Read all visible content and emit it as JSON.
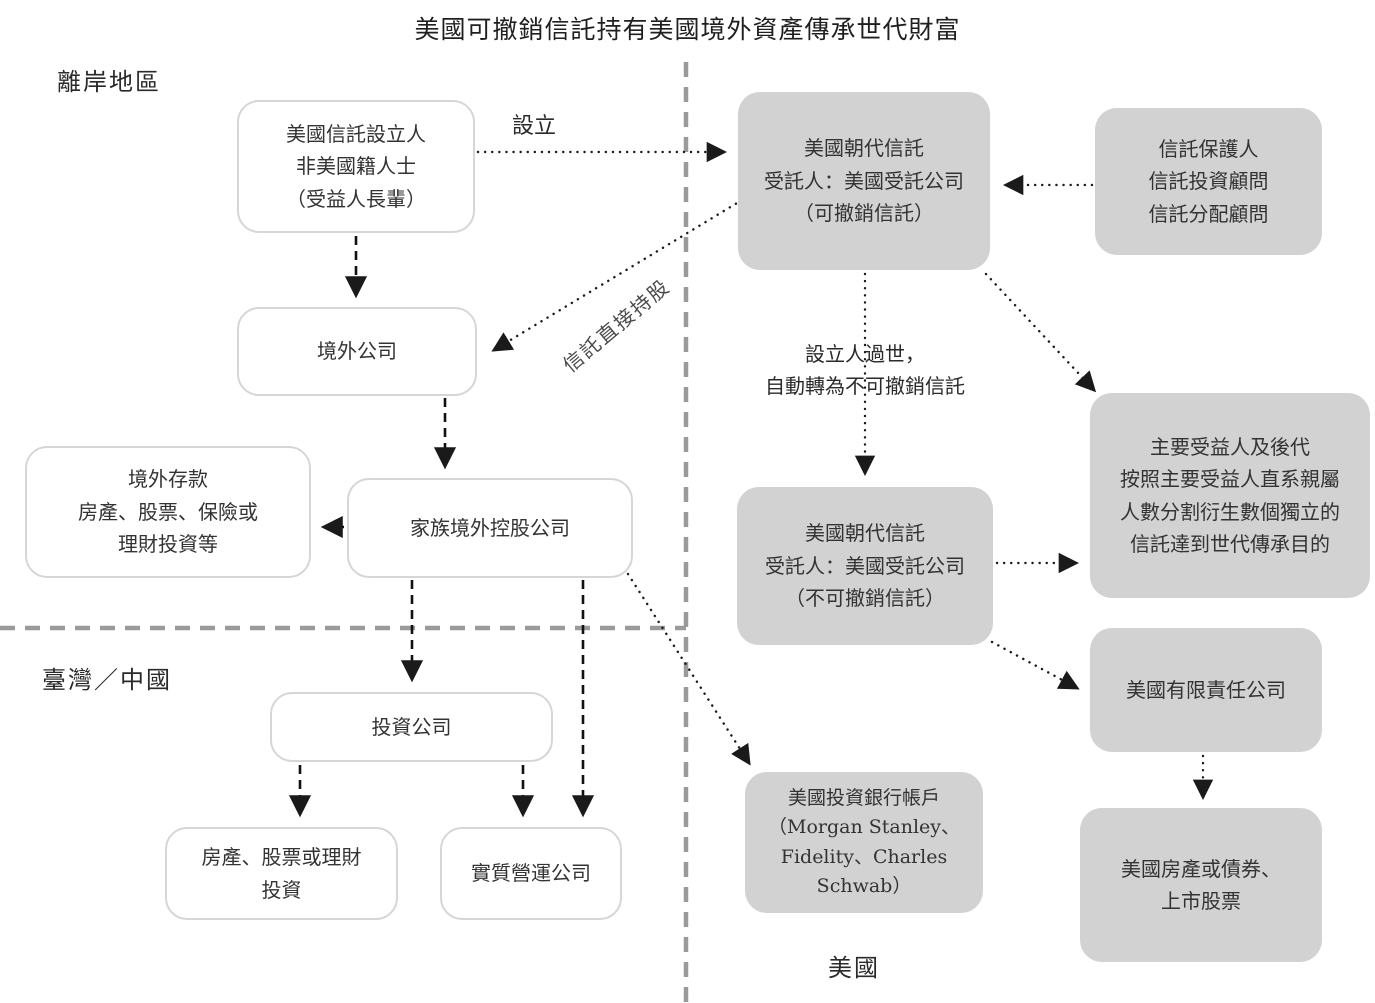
{
  "title": "美國可撤銷信託持有美國境外資產傳承世代財富",
  "regions": {
    "offshore": "離岸地區",
    "taiwan_china": "臺灣／中國",
    "usa": "美國"
  },
  "edge_labels": {
    "establish": "設立",
    "trust_direct_holding": "信託直接持股",
    "death_line1": "設立人過世，",
    "death_line2": "自動轉為不可撤銷信託"
  },
  "boxes": {
    "settlor": {
      "lines": [
        "美國信託設立人",
        "非美國籍人士",
        "（受益人長輩）"
      ]
    },
    "offshore_company": {
      "lines": [
        "境外公司"
      ]
    },
    "offshore_assets": {
      "lines": [
        "境外存款",
        "房產、股票、保險或",
        "理財投資等"
      ]
    },
    "family_holding": {
      "lines": [
        "家族境外控股公司"
      ]
    },
    "investment_company": {
      "lines": [
        "投資公司"
      ]
    },
    "property_investment": {
      "lines": [
        "房產、股票或理財",
        "投資"
      ]
    },
    "operating_company": {
      "lines": [
        "實質營運公司"
      ]
    },
    "revocable_trust": {
      "lines": [
        "美國朝代信託",
        "受託人：美國受託公司",
        "（可撤銷信託）"
      ]
    },
    "trust_protector": {
      "lines": [
        "信託保護人",
        "信託投資顧問",
        "信託分配顧問"
      ]
    },
    "beneficiaries": {
      "lines": [
        "主要受益人及後代",
        "按照主要受益人直系親屬",
        "人數分割衍生數個獨立的",
        "信託達到世代傳承目的"
      ]
    },
    "irrevocable_trust": {
      "lines": [
        "美國朝代信託",
        "受託人：美國受託公司",
        "（不可撤銷信託）"
      ]
    },
    "us_llc": {
      "lines": [
        "美國有限責任公司"
      ]
    },
    "us_bank_account": {
      "lines": [
        "美國投資銀行帳戶",
        "（Morgan Stanley、",
        "Fidelity、Charles",
        "Schwab）"
      ]
    },
    "us_property": {
      "lines": [
        "美國房產或債券、",
        "上市股票"
      ]
    }
  },
  "colors": {
    "gray_box_fill": "#d2d2d2",
    "white_box_border": "#d6d6d6",
    "divider": "#9a9a9a",
    "arrow": "#1a1a1a",
    "text": "#2e2e2e"
  }
}
